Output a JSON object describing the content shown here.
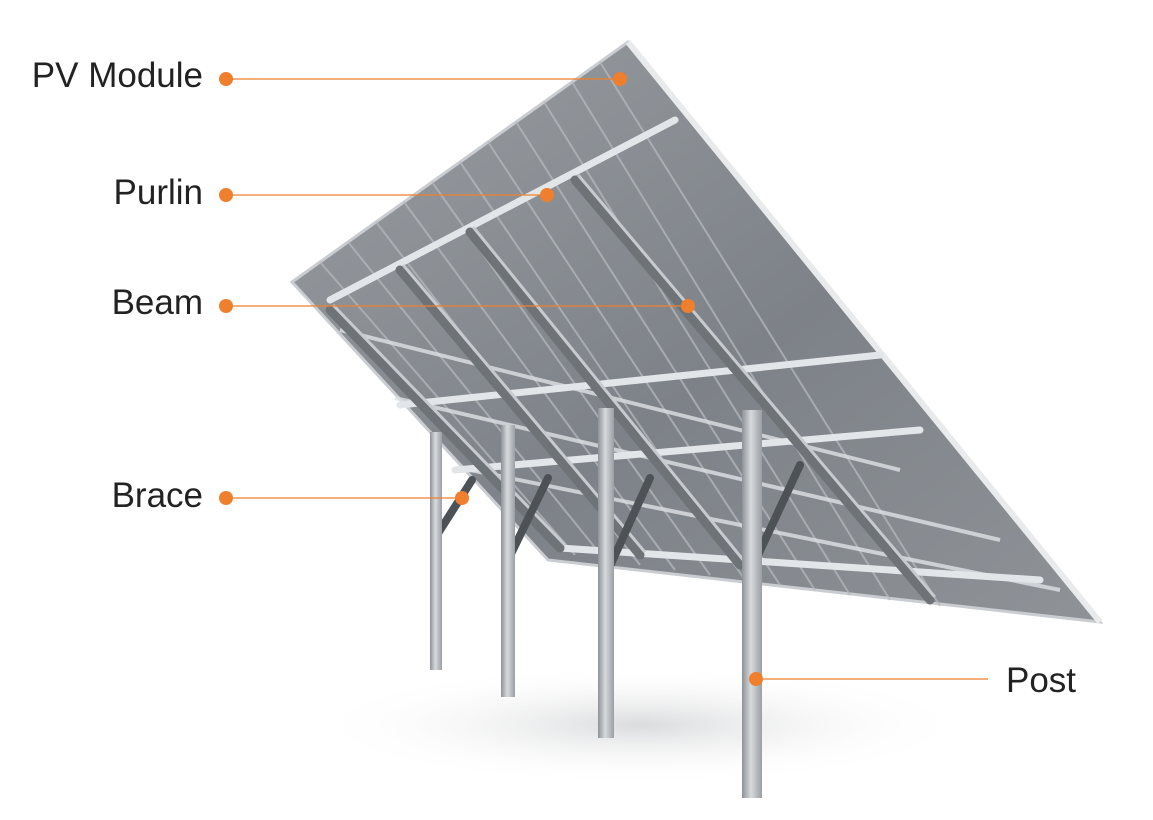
{
  "labels": {
    "pv_module": "PV Module",
    "purlin": "Purlin",
    "beam": "Beam",
    "brace": "Brace",
    "post": "Post"
  },
  "colors": {
    "callout": "#f07f2d",
    "panel": "#8e9297",
    "panel_dark": "#5f6369",
    "frame": "#d9dcdf",
    "steel": "#b8bcc1",
    "text": "#222222"
  }
}
